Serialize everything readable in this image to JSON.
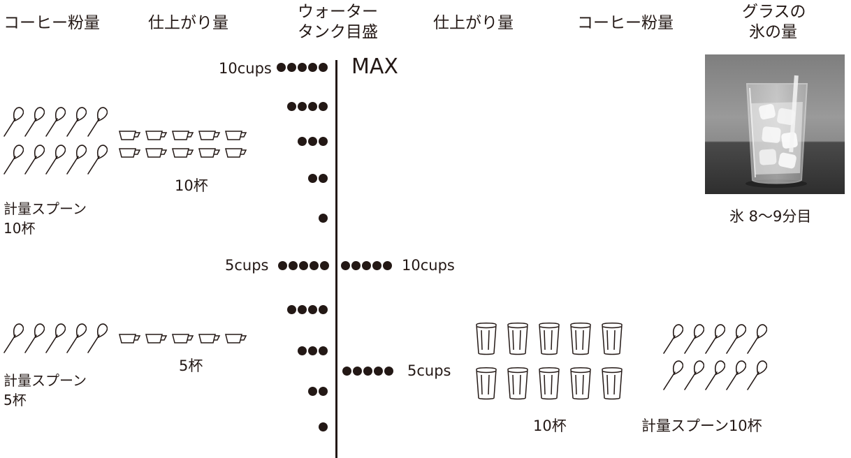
{
  "headers": {
    "left_coffee": "コーヒー粉量",
    "left_yield": "仕上がり量",
    "tank_line1": "ウォーター",
    "tank_line2": "タンク目盛",
    "right_yield": "仕上がり量",
    "right_coffee": "コーヒー粉量",
    "glass_line1": "グラスの",
    "glass_line2": "氷の量"
  },
  "scale": {
    "top_label": "10cups",
    "max_label": "MAX",
    "mid_label": "5cups",
    "right_mid_label": "10cups",
    "right_low_label": "5cups"
  },
  "hot10": {
    "yield_label": "10杯",
    "spoon_line1": "計量スプーン",
    "spoon_line2": "10杯"
  },
  "hot5": {
    "yield_label": "5杯",
    "spoon_line1": "計量スプーン",
    "spoon_line2": "5杯"
  },
  "iced": {
    "yield_label": "10杯",
    "spoon_label": "計量スプーン10杯",
    "ice_label": "氷 8〜9分目"
  },
  "icons": {
    "spoon": "measuring-spoon-icon",
    "cup": "coffee-cup-icon",
    "glass": "glass-icon",
    "photo": "iced-glass-photo"
  },
  "colors": {
    "ink": "#231815",
    "background": "#ffffff"
  }
}
